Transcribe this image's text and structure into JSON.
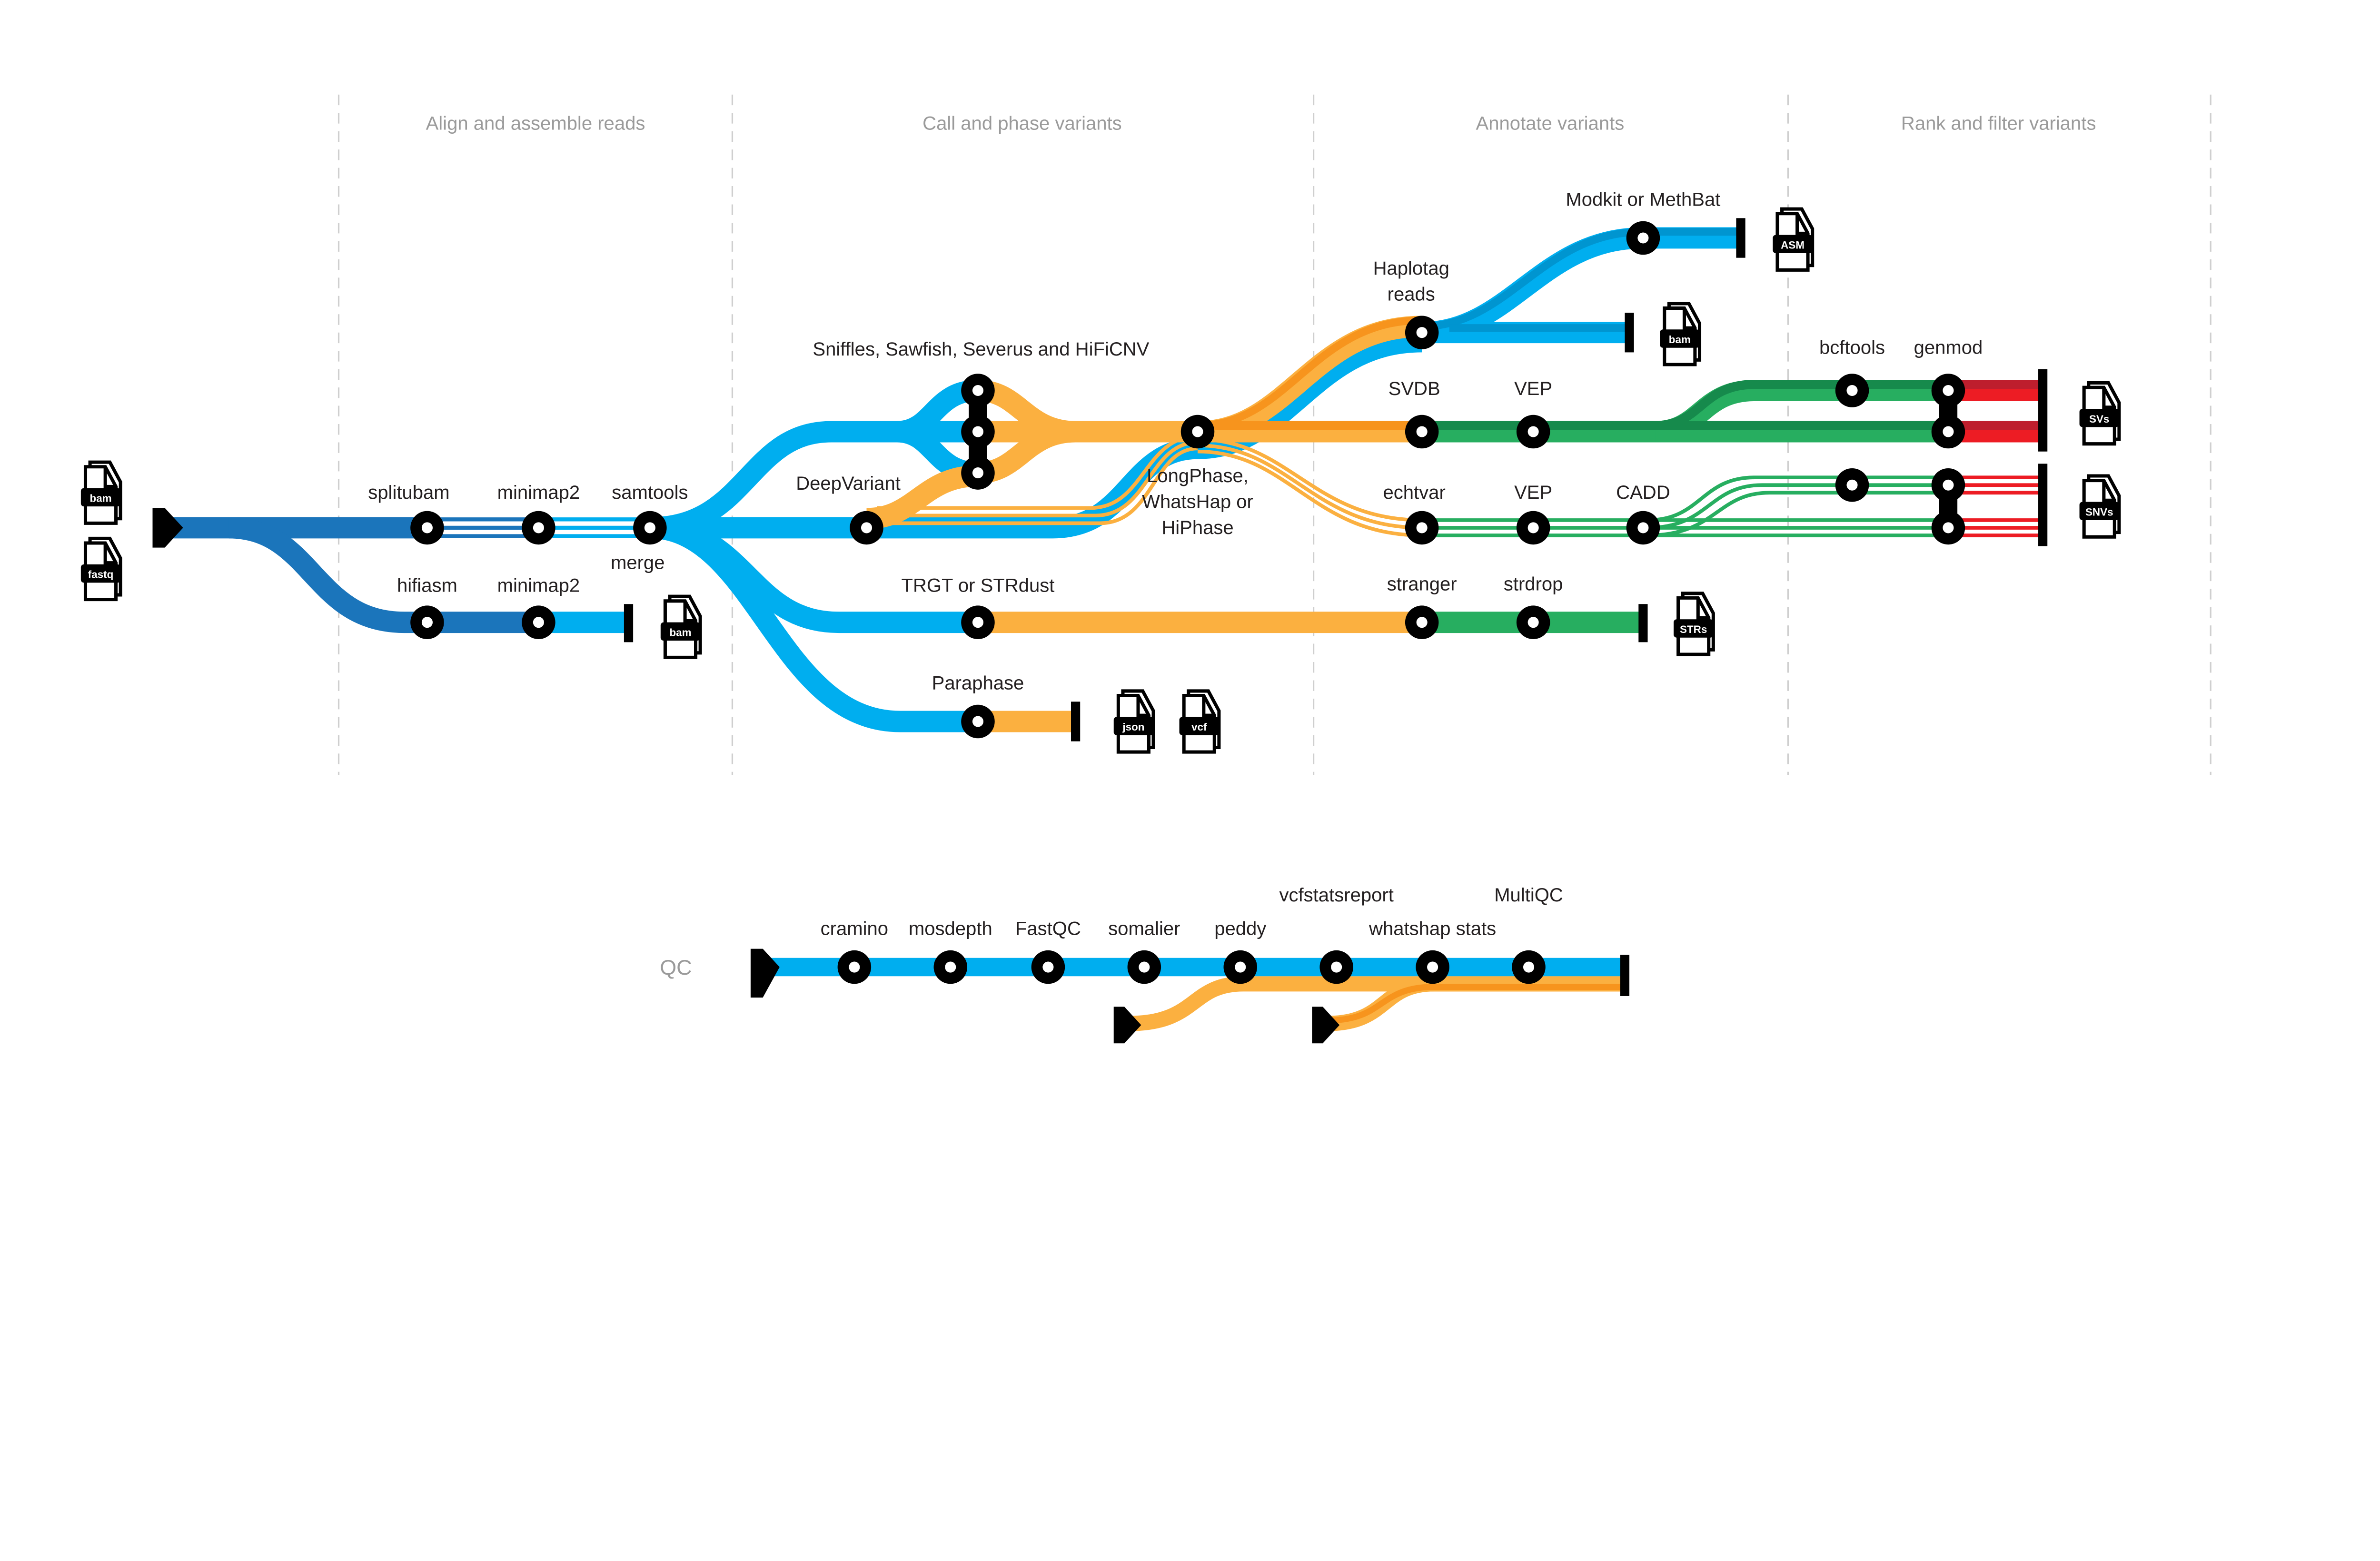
{
  "sections": [
    "Align and assemble reads",
    "Call and phase variants",
    "Annotate variants",
    "Rank and filter variants"
  ],
  "colors": {
    "dark_blue": "#1b75bb",
    "light_blue": "#00aeef",
    "orange": "#fbb040",
    "dark_orange": "#f7941d",
    "green": "#27ae60",
    "dark_green": "#168a4c",
    "red": "#ed1c24",
    "dark_red": "#be1e2d"
  },
  "inputs": {
    "bam": "bam",
    "fastq": "fastq"
  },
  "nodes": {
    "splitubam": "splitubam",
    "minimap2_a": "minimap2",
    "samtools": "samtools",
    "merge": "merge",
    "hifiasm": "hifiasm",
    "minimap2_b": "minimap2",
    "sv_callers": "Sniffles, Sawfish, Severus and HiFiCNV",
    "deepvariant": "DeepVariant",
    "phasing": [
      "LongPhase,",
      "WhatsHap or",
      "HiPhase"
    ],
    "trgt": "TRGT or STRdust",
    "paraphase": "Paraphase",
    "haplotag": [
      "Haplotag",
      "reads"
    ],
    "modkit": "Modkit or MethBat",
    "svdb": "SVDB",
    "vep_sv": "VEP",
    "echtvar": "echtvar",
    "vep_snv": "VEP",
    "cadd": "CADD",
    "stranger": "stranger",
    "strdrop": "strdrop",
    "bcftools": "bcftools",
    "genmod": "genmod"
  },
  "outputs": {
    "bam_aligned": "bam",
    "asm": "ASM",
    "bam_haplotagged": "bam",
    "svs": "SVs",
    "snvs": "SNVs",
    "strs": "STRs",
    "json": "json",
    "vcf": "vcf"
  },
  "qc": {
    "label": "QC",
    "steps": [
      "cramino",
      "mosdepth",
      "FastQC",
      "somalier",
      "peddy",
      "vcfstatsreport",
      "whatshap stats",
      "MultiQC"
    ]
  }
}
